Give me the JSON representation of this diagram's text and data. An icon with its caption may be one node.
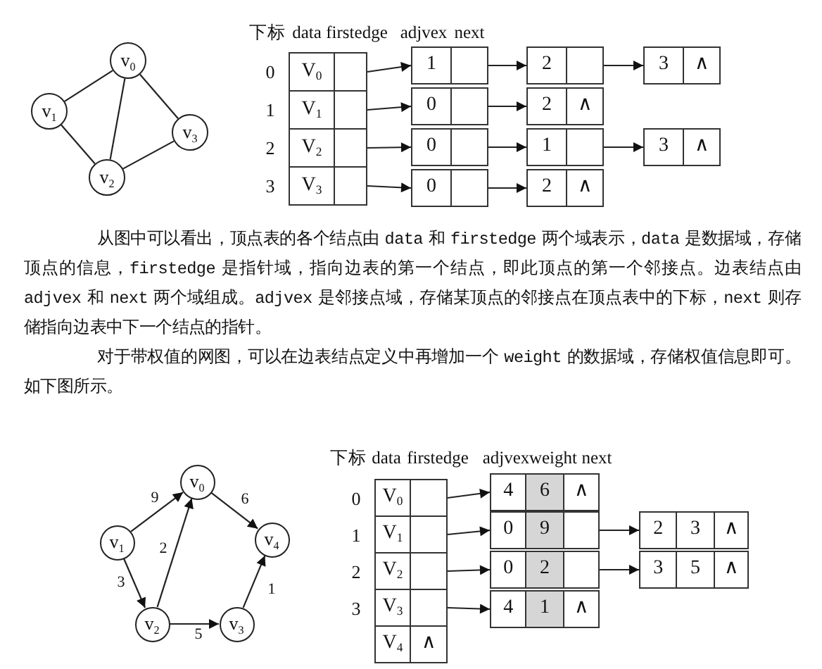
{
  "diagram": {
    "nodes": [
      {
        "text": [
          "v$_{0}$"
        ]
      },
      {
        "text": [
          "v$_{1}$"
        ]
      },
      {
        "text": [
          "v$_{2}$"
        ]
      },
      {
        "text": [
          "v$_{3}$"
        ]
      },
      {
        "text": [
          "V$_{0}$"
        ]
      },
      {
        "text": [
          "V$_{1}$"
        ]
      },
      {
        "text": [
          "V$_{2}$"
        ]
      },
      {
        "text": [
          "V$_{3}$"
        ]
      },
      {
        "text": [
          "1"
        ]
      },
      {
        "text": [
          "2"
        ]
      },
      {
        "text": [
          "3",
          "∧"
        ]
      },
      {
        "text": [
          "0"
        ]
      },
      {
        "text": [
          "2",
          "∧"
        ]
      },
      {
        "text": [
          "0"
        ]
      },
      {
        "text": [
          "1"
        ]
      },
      {
        "text": [
          "3",
          "∧"
        ]
      },
      {
        "text": [
          "0"
        ]
      },
      {
        "text": [
          "2",
          "∧"
        ]
      },
      {
        "text": [
          "v$_{0}$"
        ]
      },
      {
        "text": [
          "v$_{1}$"
        ]
      },
      {
        "text": [
          "v$_{2}$"
        ]
      },
      {
        "text": [
          "v$_{3}$"
        ]
      },
      {
        "text": [
          "v$_{4}$"
        ]
      },
      {
        "text": [
          "V$_{0}$"
        ]
      },
      {
        "text": [
          "V$_{1}$"
        ]
      },
      {
        "text": [
          "V$_{2}$"
        ]
      },
      {
        "text": [
          "V$_{3}$"
        ]
      },
      {
        "text": [
          "V$_{4}$",
          "∧"
        ]
      },
      {
        "text": [
          "4",
          "6",
          "∧"
        ]
      },
      {
        "text": [
          "0",
          "9"
        ]
      },
      {
        "text": [
          "2",
          "3",
          "∧"
        ]
      },
      {
        "text": [
          "0",
          "2"
        ]
      },
      {
        "text": [
          "3",
          "5",
          "∧"
        ]
      },
      {
        "text": [
          "4",
          "1",
          "∧"
        ]
      }
    ],
    "edges": [
      {
        "from": 0,
        "to": 1,
        "arrow": "none"
      },
      {
        "from": 0,
        "to": 2,
        "arrow": "none"
      },
      {
        "from": 0,
        "to": 3,
        "arrow": "none"
      },
      {
        "from": 1,
        "to": 2,
        "arrow": "none"
      },
      {
        "from": 2,
        "to": 3,
        "arrow": "none"
      },
      {
        "from": 4,
        "to": 8,
        "arrow": "to"
      },
      {
        "from": 8,
        "to": 9,
        "arrow": "to"
      },
      {
        "from": 9,
        "to": 10,
        "arrow": "to"
      },
      {
        "from": 5,
        "to": 11,
        "arrow": "to"
      },
      {
        "from": 11,
        "to": 12,
        "arrow": "to"
      },
      {
        "from": 6,
        "to": 13,
        "arrow": "to"
      },
      {
        "from": 13,
        "to": 14,
        "arrow": "to"
      },
      {
        "from": 14,
        "to": 15,
        "arrow": "to"
      },
      {
        "from": 7,
        "to": 16,
        "arrow": "to"
      },
      {
        "from": 16,
        "to": 17,
        "arrow": "to"
      },
      {
        "from": 19,
        "to": 18,
        "arrow": "to",
        "label": "9"
      },
      {
        "from": 18,
        "to": 22,
        "arrow": "to",
        "label": "6"
      },
      {
        "from": 20,
        "to": 18,
        "arrow": "to",
        "label": "2"
      },
      {
        "from": 19,
        "to": 20,
        "arrow": "to",
        "label": "3"
      },
      {
        "from": 20,
        "to": 21,
        "arrow": "to",
        "label": "5"
      },
      {
        "from": 21,
        "to": 22,
        "arrow": "to",
        "label": "1"
      },
      {
        "from": 23,
        "to": 28,
        "arrow": "to"
      },
      {
        "from": 24,
        "to": 29,
        "arrow": "to"
      },
      {
        "from": 29,
        "to": 30,
        "arrow": "to"
      },
      {
        "from": 25,
        "to": 31,
        "arrow": "to"
      },
      {
        "from": 31,
        "to": 32,
        "arrow": "to"
      },
      {
        "from": 26,
        "to": 33,
        "arrow": "to"
      }
    ],
    "labels": [
      "下标",
      "data",
      "firstedge",
      "adjvex",
      "next",
      "0",
      "1",
      "2",
      "3",
      "从图中可以看出，顶点表的各个结点由 data 和 firstedge 两个域表示，data 是数据域，存储顶点的信息，firstedge 是指针域，指向边表的第一个结点，即此顶点的第一个邻接点。边表结点由 adjvex 和 next 两个域组成。adjvex 是邻接点域，存储某顶点的邻接点在顶点表中的下标，next 则存储指向边表中下一个结点的指针。",
      "对于带权值的网图，可以在边表结点定义中再增加一个 weight 的数据域，存储权值信息即可。如下图所示。",
      "下标",
      "data",
      "firstedge",
      "adjvex",
      "weight",
      "next",
      "0",
      "1",
      "2",
      "3"
    ]
  }
}
